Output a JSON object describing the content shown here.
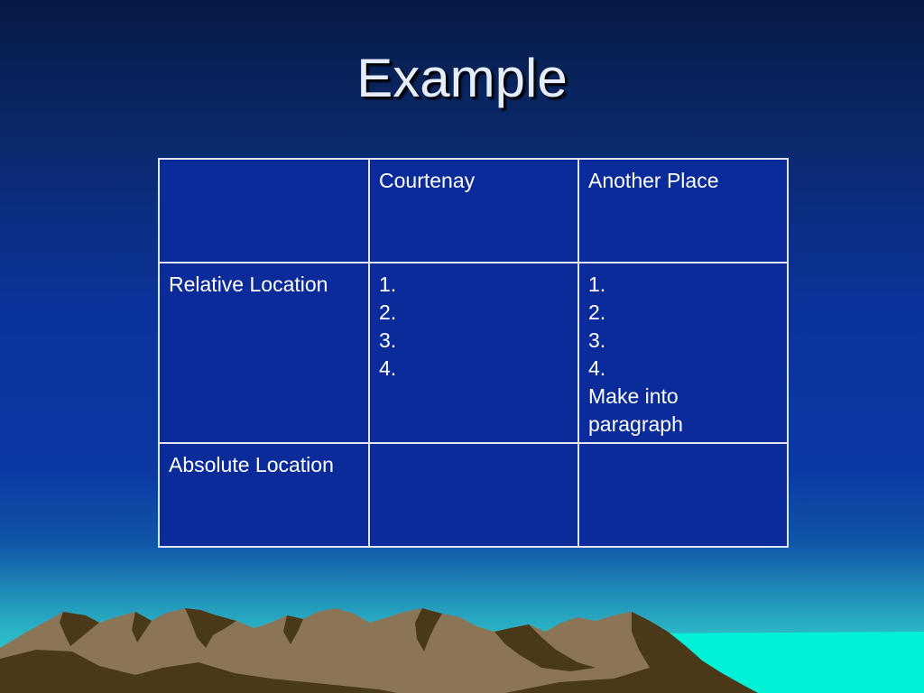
{
  "slide": {
    "title": "Example"
  },
  "table": {
    "headers": [
      "",
      "Courtenay",
      "Another Place"
    ],
    "rows": [
      {
        "label": "Relative Location",
        "courtenay": [
          "1.",
          "2.",
          "3.",
          "4."
        ],
        "another_place": [
          "1.",
          "2.",
          "3.",
          "4.",
          "Make into",
          "paragraph"
        ]
      },
      {
        "label": "Absolute Location",
        "courtenay": [],
        "another_place": []
      }
    ]
  },
  "colors": {
    "background_top": "#071a44",
    "background_mid": "#0c38a4",
    "horizon": "#38d4cf",
    "mountain": "#8a7656",
    "mountain_shadow": "#4a3918",
    "water": "#00f0d8",
    "table_fill": "#0a2b99",
    "table_border": "#dfe6f3",
    "text": "#ffffff"
  }
}
